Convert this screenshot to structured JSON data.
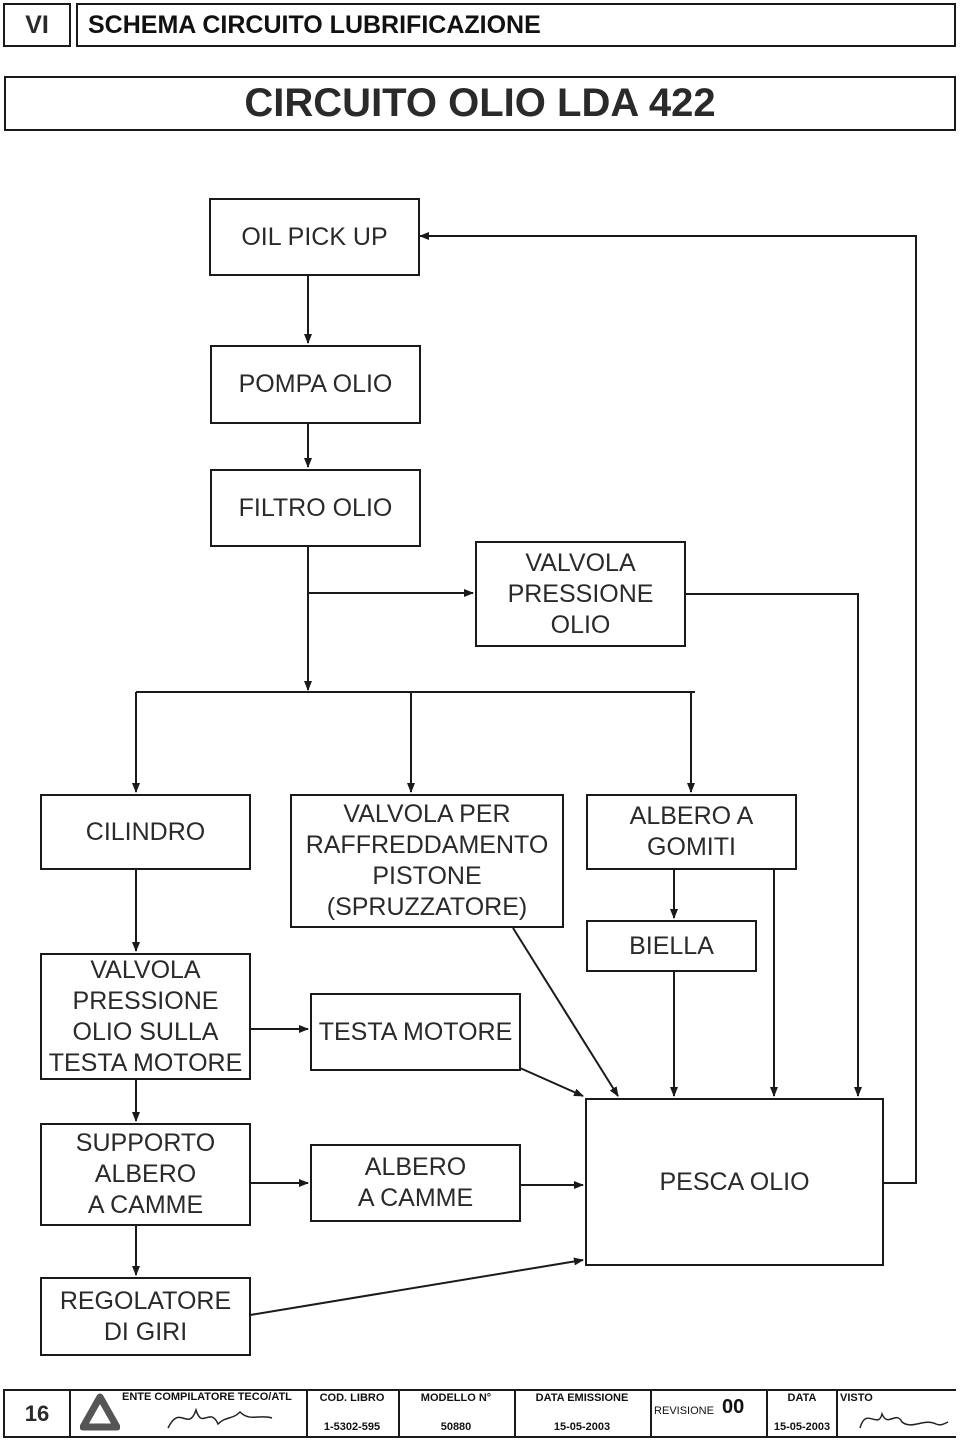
{
  "header": {
    "section": "VI",
    "title": "SCHEMA CIRCUITO LUBRIFICAZIONE",
    "diagram_title": "CIRCUITO OLIO LDA 422"
  },
  "nodes": {
    "oil_pick_up": "OIL PICK UP",
    "oil_pump": "POMPA  OLIO",
    "oil_filter": "FILTRO  OLIO",
    "pressure_valve": "VALVOLA\nPRESSIONE\nOLIO",
    "cylinder": "CILINDRO",
    "piston_valve": "VALVOLA PER\nRAFFREDDAMENTO\nPISTONE\n(SPRUZZATORE)",
    "crankshaft": "ALBERO A\nGOMITI",
    "conrod": "BIELLA",
    "head_valve": "VALVOLA\nPRESSIONE\nOLIO SULLA\nTESTA MOTORE",
    "cyl_head": "TESTA MOTORE",
    "cam_support": "SUPPORTO\nALBERO\nA CAMME",
    "camshaft": "ALBERO\nA CAMME",
    "oil_sump": "PESCA OLIO",
    "governor": "REGOLATORE\nDI GIRI"
  },
  "footer": {
    "page_number": "16",
    "ente_label": "ENTE COMPILATORE TECO/ATL",
    "cod_libro_label": "COD. LIBRO",
    "cod_libro": "1-5302-595",
    "modello_label": "MODELLO N°",
    "modello": "50880",
    "emission_label": "DATA EMISSIONE",
    "emission_date": "15-05-2003",
    "revision_label": "REVISIONE",
    "revision": "00",
    "date_label": "DATA",
    "date": "15-05-2003",
    "visto_label": "VISTO"
  }
}
